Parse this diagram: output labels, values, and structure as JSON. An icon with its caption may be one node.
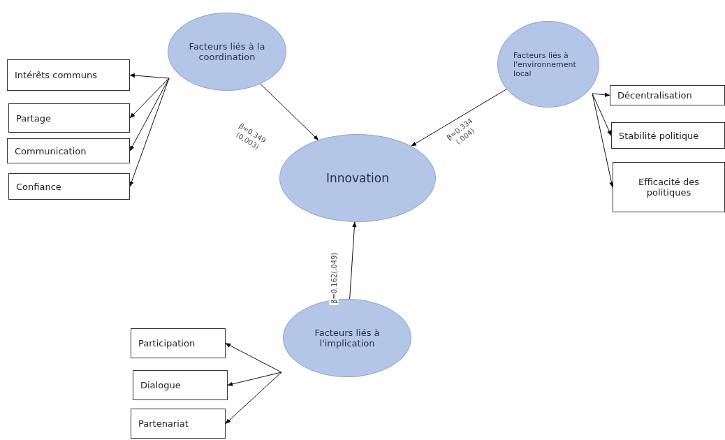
{
  "diagram": {
    "nodes": [
      {
        "text": [
          "Facteurs liés à la coordination"
        ]
      },
      {
        "text": [
          "Facteurs liés à l'environnement local"
        ]
      },
      {
        "text": [
          "Innovation"
        ]
      },
      {
        "text": [
          "Intérêts communs"
        ]
      },
      {
        "text": [
          "Partage"
        ]
      },
      {
        "text": [
          "Communication"
        ]
      },
      {
        "text": [
          "Confiance"
        ]
      },
      {
        "text": [
          "Décentralisation"
        ]
      },
      {
        "text": [
          "Stabilité politique"
        ]
      },
      {
        "text": [
          "Efficacité des politiques"
        ]
      },
      {
        "text": [
          "Facteurs liés à l'implication"
        ]
      },
      {
        "text": [
          "Participation"
        ]
      },
      {
        "text": [
          "Dialogue"
        ]
      },
      {
        "text": [
          "Partenariat"
        ]
      }
    ],
    "edges": [
      {
        "from": 0,
        "to": 3,
        "arrow": "to"
      },
      {
        "from": 0,
        "to": 4,
        "arrow": "to"
      },
      {
        "from": 0,
        "to": 5,
        "arrow": "to"
      },
      {
        "from": 0,
        "to": 6,
        "arrow": "to"
      },
      {
        "from": 0,
        "to": 2,
        "arrow": "to",
        "label": "β=0.349 (0,003)"
      },
      {
        "from": 1,
        "to": 2,
        "arrow": "to",
        "label": "β=0.334 (.004)"
      },
      {
        "from": 1,
        "to": 7,
        "arrow": "to"
      },
      {
        "from": 1,
        "to": 8,
        "arrow": "to"
      },
      {
        "from": 1,
        "to": 9,
        "arrow": "to"
      },
      {
        "from": 10,
        "to": 2,
        "arrow": "to",
        "label": "β=0.162(.049)"
      },
      {
        "from": 10,
        "to": 11,
        "arrow": "to"
      },
      {
        "from": 10,
        "to": 12,
        "arrow": "to"
      },
      {
        "from": 10,
        "to": 13,
        "arrow": "to"
      }
    ]
  }
}
